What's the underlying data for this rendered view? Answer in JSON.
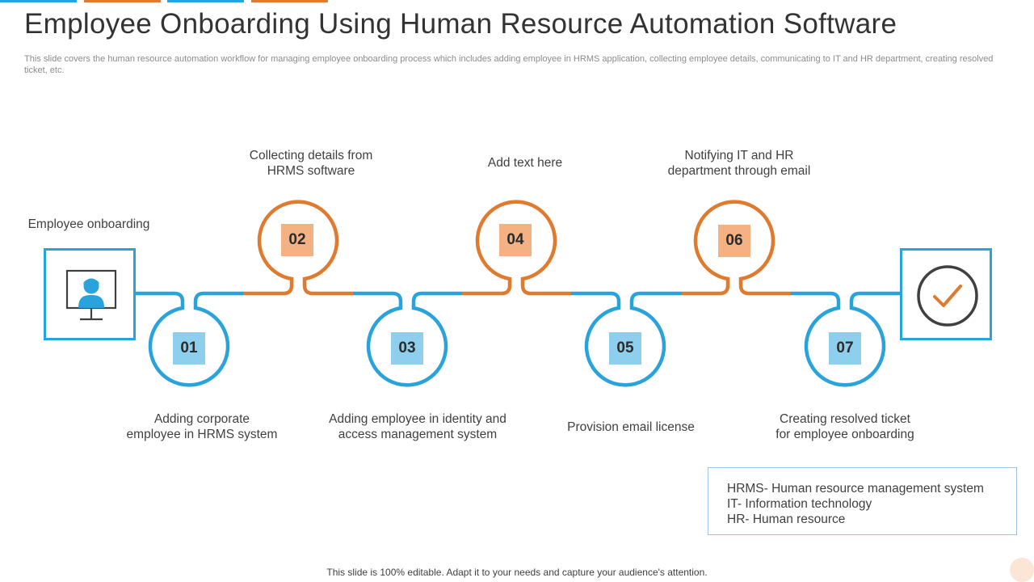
{
  "slide": {
    "title": "Employee Onboarding Using Human Resource Automation Software",
    "subtitle": "This slide covers the human resource automation workflow for managing employee onboarding process which includes adding employee in HRMS application, collecting employee details, communicating to IT and HR department, creating resolved ticket, etc.",
    "footer": "This slide is 100% editable. Adapt it to your needs and capture your audience's attention."
  },
  "colors": {
    "blue": "#29a3db",
    "orange": "#e07a2f",
    "blue_fill": "#8ecfee",
    "orange_fill": "#f4b183",
    "check": "#e07a2f",
    "ring": "#404040"
  },
  "start": {
    "label": "Employee onboarding",
    "icon": "monitor-user-icon"
  },
  "end": {
    "icon": "checkmark-circle-icon"
  },
  "steps": [
    {
      "number": "01",
      "label": "Adding corporate\nemployee in HRMS system",
      "color": "blue"
    },
    {
      "number": "02",
      "label": "Collecting details from\nHRMS software",
      "color": "orange"
    },
    {
      "number": "03",
      "label": "Adding employee in identity and\naccess management system",
      "color": "blue"
    },
    {
      "number": "04",
      "label": "Add text here",
      "color": "orange"
    },
    {
      "number": "05",
      "label": "Provision email license",
      "color": "blue"
    },
    {
      "number": "06",
      "label": "Notifying IT and HR\ndepartment through  email",
      "color": "orange"
    },
    {
      "number": "07",
      "label": "Creating resolved ticket\nfor employee onboarding",
      "color": "blue"
    }
  ],
  "legend": [
    "HRMS- Human resource management system",
    "IT- Information  technology",
    "HR- Human resource"
  ]
}
